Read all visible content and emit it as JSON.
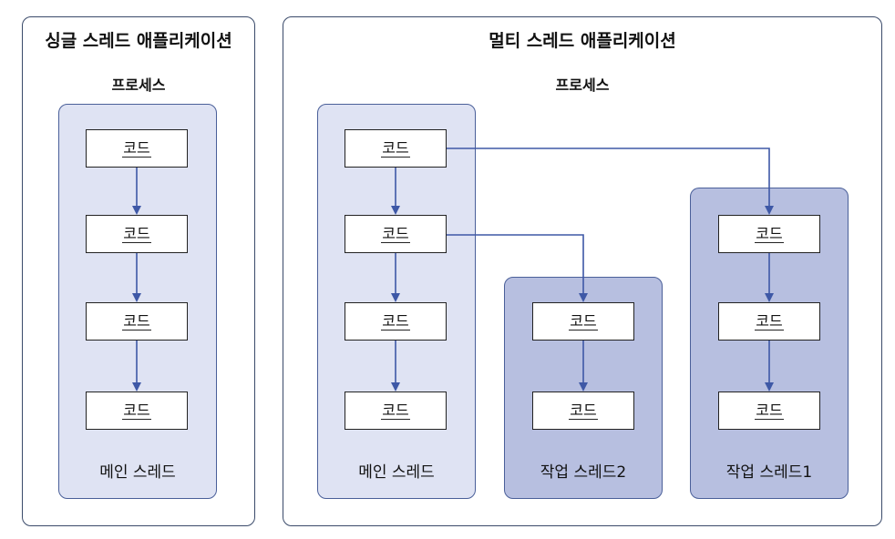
{
  "single": {
    "title": "싱글 스레드 애플리케이션",
    "process_label": "프로세스",
    "main_thread": {
      "label": "메인 스레드",
      "codes": [
        "코드",
        "코드",
        "코드",
        "코드"
      ]
    }
  },
  "multi": {
    "title": "멀티 스레드 애플리케이션",
    "process_label": "프로세스",
    "main_thread": {
      "label": "메인 스레드",
      "codes": [
        "코드",
        "코드",
        "코드",
        "코드"
      ]
    },
    "worker2": {
      "label": "작업 스레드2",
      "codes": [
        "코드",
        "코드"
      ]
    },
    "worker1": {
      "label": "작업 스레드1",
      "codes": [
        "코드",
        "코드",
        "코드"
      ]
    }
  },
  "colors": {
    "main_thread_fill": "#dfe3f3",
    "worker_thread_fill": "#b7bfe0",
    "arrow": "#3e58a6",
    "border": "#3a4a6a"
  }
}
